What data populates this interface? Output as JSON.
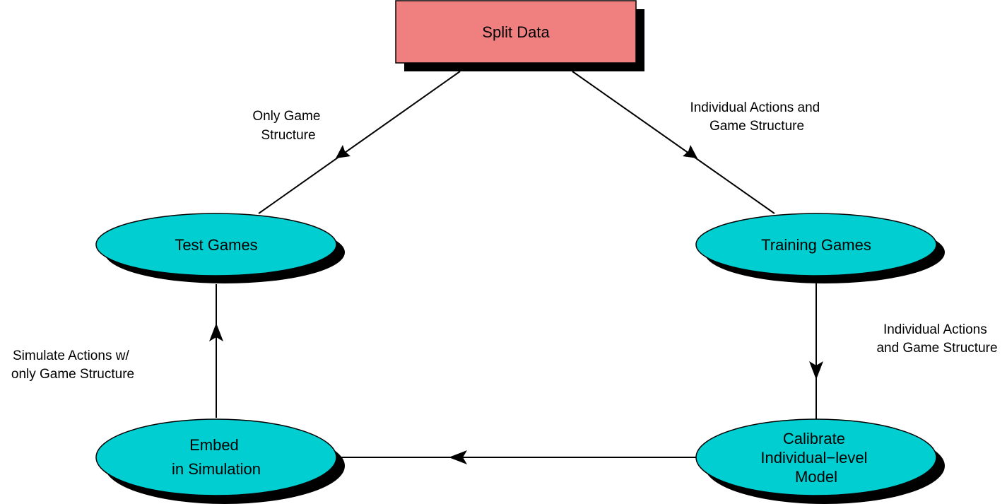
{
  "colors": {
    "split_fill": "#f08080",
    "ellipse_fill": "#00ced1",
    "shadow": "#000000",
    "stroke": "#000000",
    "background": "#ffffff"
  },
  "nodes": {
    "split_data": {
      "label": "Split Data"
    },
    "test_games": {
      "label": "Test Games"
    },
    "training_games": {
      "label": "Training Games"
    },
    "calibrate": {
      "lines": [
        "Calibrate",
        "Individual−level",
        "Model"
      ]
    },
    "embed": {
      "lines": [
        "Embed",
        "in Simulation"
      ]
    }
  },
  "edges": {
    "split_to_test": {
      "lines": [
        "Only Game",
        "Structure"
      ]
    },
    "split_to_training": {
      "lines": [
        "Individual Actions and",
        "Game Structure"
      ]
    },
    "training_to_calibrate": {
      "lines": [
        "Individual Actions",
        "and Game Structure"
      ]
    },
    "calibrate_to_embed": {
      "lines": []
    },
    "embed_to_test": {
      "lines": [
        "Simulate Actions w/",
        "only Game Structure"
      ]
    }
  }
}
